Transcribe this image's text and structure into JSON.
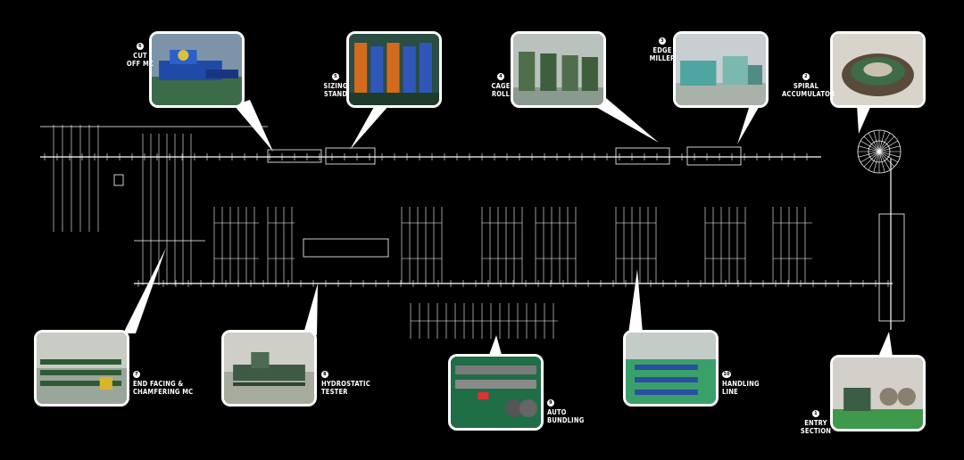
{
  "stations": [
    {
      "id": "entry",
      "number": "1",
      "label": [
        "ENTRY",
        "SECTION"
      ],
      "photo": "entry-section-photo"
    },
    {
      "id": "spiral",
      "number": "2",
      "label": [
        "SPIRAL",
        "ACCUMULATOR"
      ],
      "photo": "spiral-accumulator-photo"
    },
    {
      "id": "edge",
      "number": "3",
      "label": [
        "EDGE",
        "MILLER"
      ],
      "photo": "edge-miller-photo"
    },
    {
      "id": "cage",
      "number": "4",
      "label": [
        "CAGE",
        "ROLL"
      ],
      "photo": "cage-roll-photo"
    },
    {
      "id": "sizing",
      "number": "5",
      "label": [
        "SIZING",
        "STAND"
      ],
      "photo": "sizing-stand-photo"
    },
    {
      "id": "cutoff",
      "number": "6",
      "label": [
        "CUT",
        "OFF MC"
      ],
      "photo": "cut-off-machine-photo"
    },
    {
      "id": "endfacing",
      "number": "7",
      "label": [
        "END FACING &",
        "CHAMFERING MC"
      ],
      "photo": "end-facing-photo"
    },
    {
      "id": "hydro",
      "number": "8",
      "label": [
        "HYDROSTATIC",
        "TESTER"
      ],
      "photo": "hydrostatic-tester-photo"
    },
    {
      "id": "bundling",
      "number": "9",
      "label": [
        "AUTO",
        "BUNDLING"
      ],
      "photo": "auto-bundling-photo"
    },
    {
      "id": "handling",
      "number": "10",
      "label": [
        "HANDLING",
        "LINE"
      ],
      "photo": "handling-line-photo"
    }
  ],
  "colors": {
    "background": "#000000",
    "linework": "#ffffff",
    "frame": "#ffffff"
  }
}
